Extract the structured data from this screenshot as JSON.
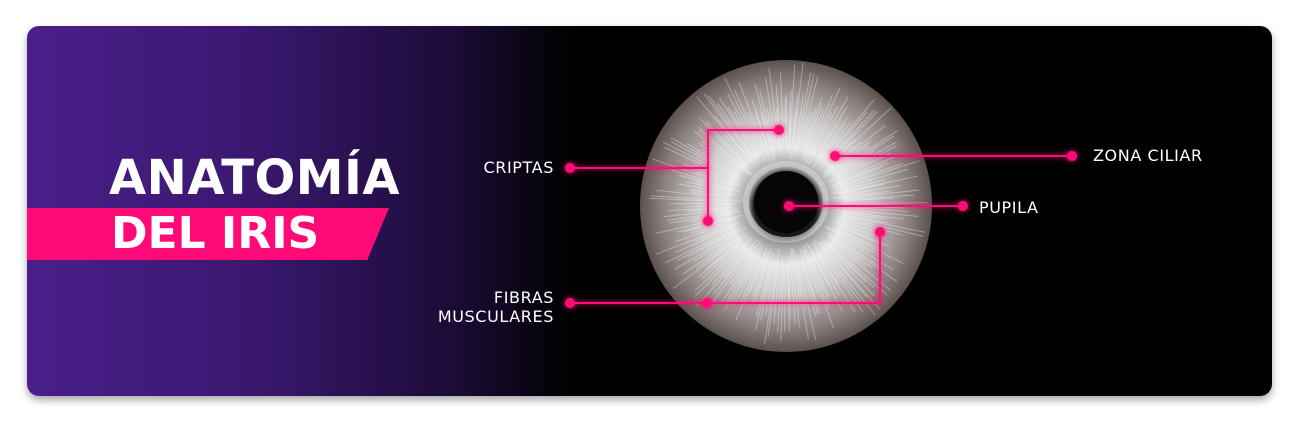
{
  "title": {
    "line1": "ANATOMÍA",
    "line2": "DEL IRIS"
  },
  "labels": {
    "criptas": "CRIPTAS",
    "fibras_1": "FIBRAS",
    "fibras_2": "MUSCULARES",
    "zona_ciliar": "ZONA CILIAR",
    "pupila": "PUPILA"
  },
  "colors": {
    "accent": "#ff0a76",
    "purple": "#4a1f8a",
    "background": "#000000"
  }
}
